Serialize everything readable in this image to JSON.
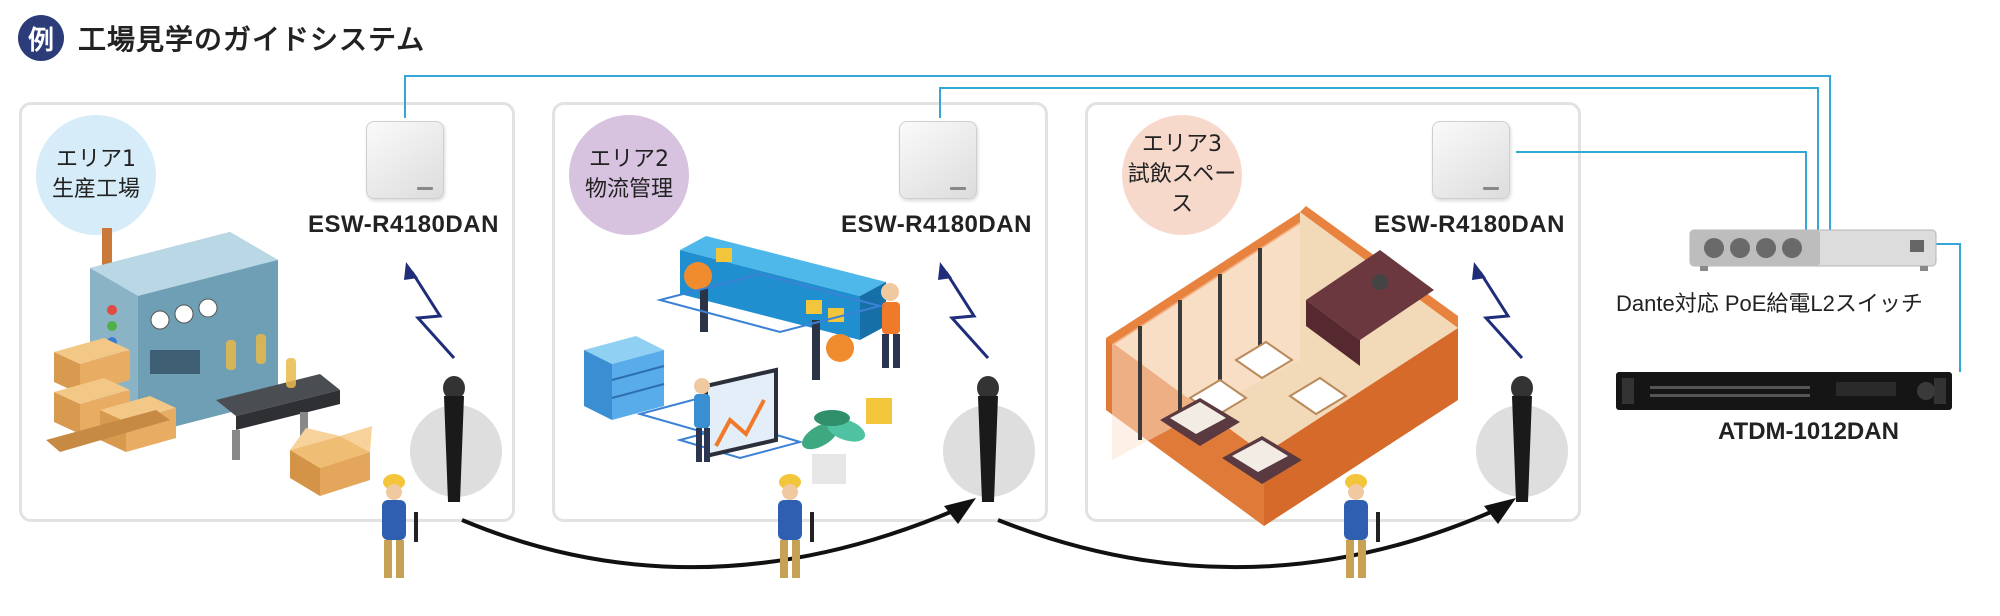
{
  "header": {
    "badge": "例",
    "title": "工場見学のガイドシステム"
  },
  "areas": [
    {
      "line1": "エリア1",
      "line2": "生産工場",
      "color": "#d6ecf8",
      "model": "ESW-R4180DAN"
    },
    {
      "line1": "エリア2",
      "line2": "物流管理",
      "color": "#d7c3e0",
      "model": "ESW-R4180DAN"
    },
    {
      "line1": "エリア3",
      "line2": "試飲スペース",
      "color": "#f7d9cc",
      "model": "ESW-R4180DAN"
    }
  ],
  "switch": {
    "label": "Dante対応 PoE給電L2スイッチ"
  },
  "receiver": {
    "label": "ATDM-1012DAN"
  },
  "colors": {
    "cable": "#35a6d6",
    "badge": "#2b3c78",
    "signal": "#1f2d7a"
  }
}
